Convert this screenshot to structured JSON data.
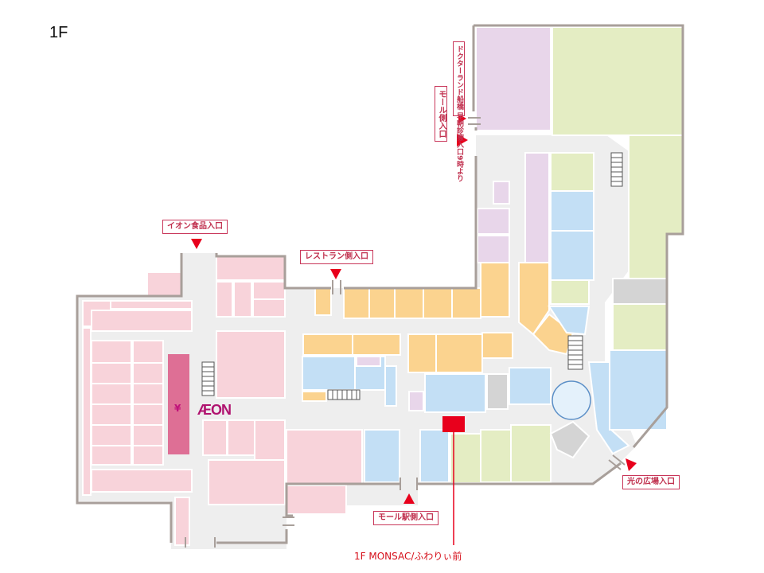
{
  "floor": "1F",
  "entrances": {
    "aeon_food": "イオン食品入口",
    "restaurant_side": "レストラン側入口",
    "mall_station_side": "モール駅側入口",
    "hikari_plaza": "光の広場入口",
    "mall_side": "モール側入口",
    "doctor_land": "ドクターランド船橋 早朝診療入口9時より"
  },
  "anchor_store": "ÆON",
  "atm_icon": "yen-icon",
  "marker": {
    "label": "1F MONSAC/ふわりぃ前",
    "color": "#e8001c"
  },
  "colors": {
    "pink": "#f8d3da",
    "peach": "#fbd38f",
    "blue": "#c3dff5",
    "green": "#e4edc3",
    "lavender": "#e8d6ea",
    "gray": "#d4d4d4",
    "aeon_block": "#de6f95",
    "wall": "#a89f9a",
    "accent_red": "#e8001c"
  }
}
